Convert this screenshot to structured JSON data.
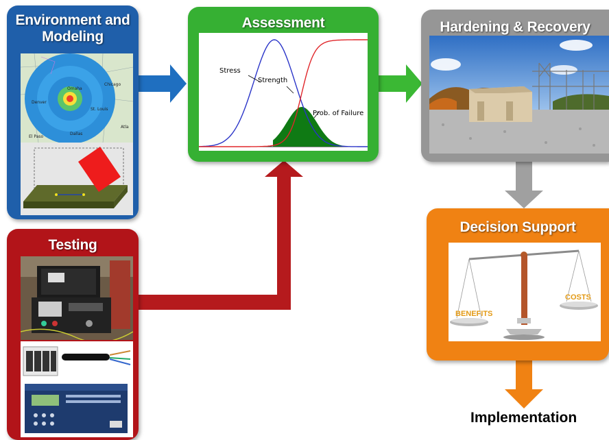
{
  "boxes": {
    "environment": {
      "title": "Environment and Modeling",
      "color": "#1f5faa"
    },
    "assessment": {
      "title": "Assessment",
      "color": "#36b033"
    },
    "hardening": {
      "title": "Hardening & Recovery",
      "color": "#969696"
    },
    "testing": {
      "title": "Testing",
      "color": "#b21419"
    },
    "decision": {
      "title": "Decision Support",
      "color": "#f08213"
    }
  },
  "map": {
    "cities": [
      "Omaha",
      "Chicago",
      "Denver",
      "St. Louis",
      "Atla",
      "El Paso",
      "Dallas"
    ]
  },
  "assessment_chart": {
    "curves": [
      "Stress",
      "Strength",
      "Prob. of Failure"
    ]
  },
  "scale": {
    "left_label": "BENEFITS",
    "right_label": "COSTS"
  },
  "implementation": "Implementation"
}
